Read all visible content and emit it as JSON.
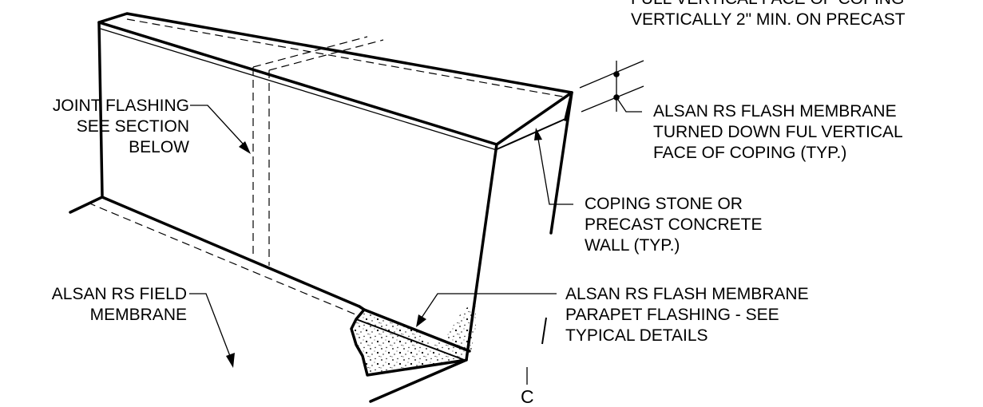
{
  "title_note": {
    "line1": "FULL VERTICAL FACE  OF COPING",
    "line2": "VERTICALLY 2\" MIN. ON PRECAST"
  },
  "labels": {
    "joint_flashing": [
      "JOINT FLASHING",
      "SEE SECTION",
      "BELOW"
    ],
    "flash_membrane_coping": [
      "ALSAN RS FLASH MEMBRANE",
      "TURNED DOWN FUL VERTICAL",
      "FACE OF COPING (TYP.)"
    ],
    "coping_stone": [
      "COPING STONE OR",
      "PRECAST CONCRETE",
      "WALL (TYP.)"
    ],
    "field_membrane": [
      "ALSAN RS FIELD",
      "MEMBRANE"
    ],
    "flash_membrane_parapet": [
      "ALSAN RS FLASH MEMBRANE",
      "PARAPET FLASHING - SEE",
      "TYPICAL DETAILS"
    ],
    "section_mark": "C"
  },
  "colors": {
    "line": "#000000",
    "background": "#ffffff"
  }
}
